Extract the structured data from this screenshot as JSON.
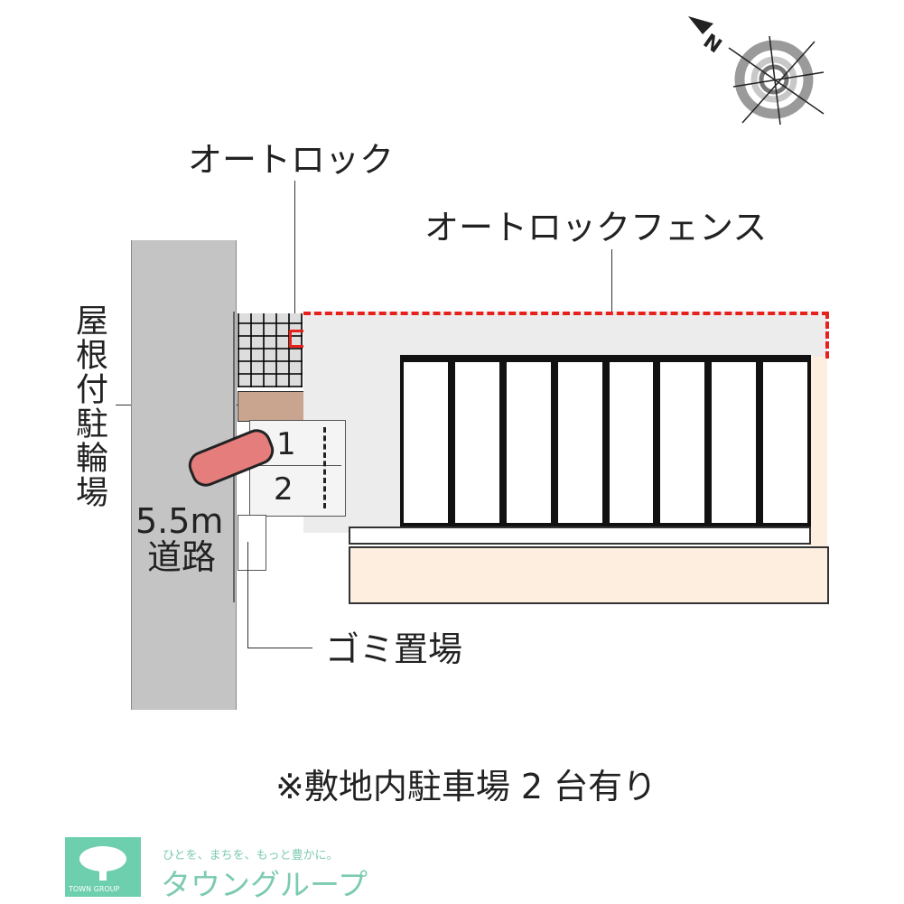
{
  "labels": {
    "autolock": "オートロック",
    "autolock_fence": "オートロックフェンス",
    "bicycle_parking": "屋根付駐輪場",
    "road_width": "5.5m",
    "road": "道路",
    "garbage": "ゴミ置場",
    "parking_1": "1",
    "parking_2": "2",
    "note": "※敷地内駐車場 2 台有り"
  },
  "compass": {
    "north_label": "N"
  },
  "logo": {
    "slogan": "ひとを、まちを、もっと豊かに。",
    "name": "タウングループ",
    "badge": "TOWN GROUP"
  },
  "colors": {
    "road": "#c4c4c5",
    "fence": "#e8201c",
    "sand": "#fdeee0",
    "bike_roof": "#c9a48e",
    "car": "#e57d7d",
    "logo": "#6ecfae"
  }
}
